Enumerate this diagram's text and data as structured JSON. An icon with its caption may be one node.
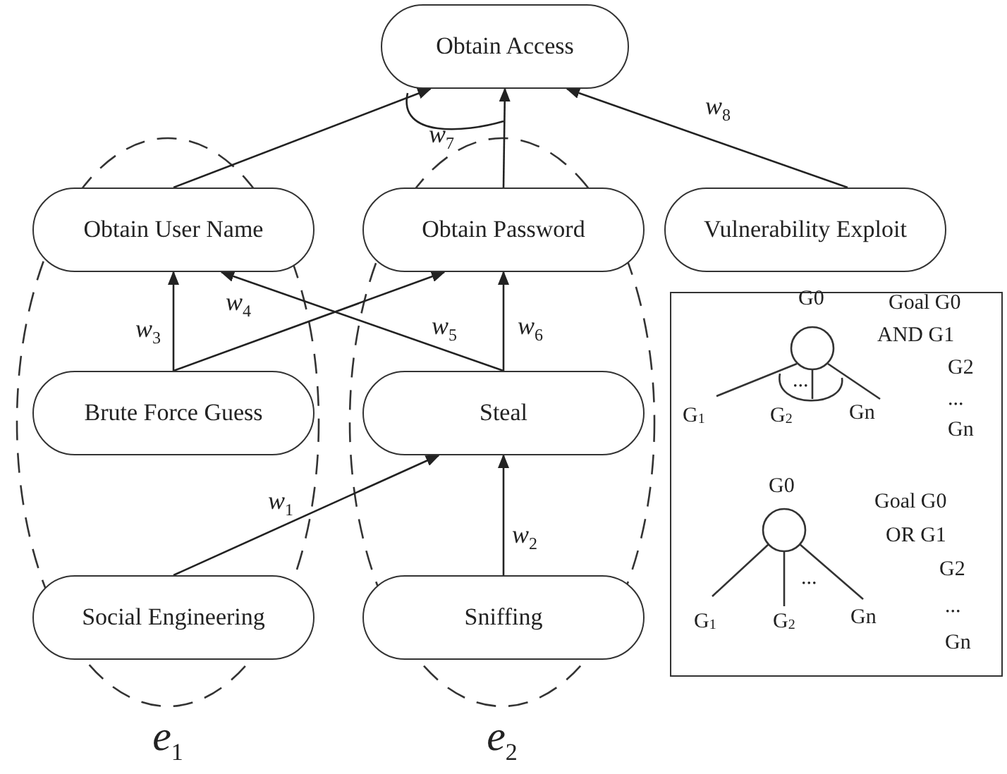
{
  "diagram": {
    "nodes": [
      {
        "text": [
          "Obtain Access"
        ]
      },
      {
        "text": [
          "e$_{1}$"
        ]
      },
      {
        "text": [
          "Obtain User Name"
        ],
        "in": 1
      },
      {
        "text": [
          "Brute Force Guess"
        ],
        "in": 1
      },
      {
        "text": [
          "Social Engineering"
        ],
        "in": 1
      },
      {
        "text": [
          "e$_{2}$"
        ]
      },
      {
        "text": [
          "Obtain Password"
        ],
        "in": 5
      },
      {
        "text": [
          "Steal"
        ],
        "in": 5
      },
      {
        "text": [
          "Sniffing"
        ],
        "in": 5
      },
      {
        "text": [
          "Vulnerability Exploit"
        ]
      }
    ],
    "edges": [
      {
        "from": 2,
        "to": 0,
        "arrow": "to",
        "label": "w$_{7}$"
      },
      {
        "from": 6,
        "to": 0,
        "arrow": "to"
      },
      {
        "from": 9,
        "to": 0,
        "arrow": "to",
        "label": "w$_{8}$"
      },
      {
        "from": 3,
        "to": 2,
        "arrow": "to",
        "label": "w$_{3}$"
      },
      {
        "from": 3,
        "to": 6,
        "arrow": "to",
        "label": "w$_{4}$"
      },
      {
        "from": 7,
        "to": 2,
        "arrow": "to",
        "label": "w$_{5}$"
      },
      {
        "from": 7,
        "to": 6,
        "arrow": "to",
        "label": "w$_{6}$"
      },
      {
        "from": 4,
        "to": 7,
        "arrow": "to",
        "label": "w$_{1}$"
      },
      {
        "from": 8,
        "to": 7,
        "arrow": "to",
        "label": "w$_{2}$"
      }
    ],
    "labels": [
      "G0",
      "Goal G0",
      "AND G1",
      "G2",
      "G$_{1}$",
      "G$_{2}$",
      "...",
      "Gn",
      "...",
      "Gn",
      "G0",
      "Goal G0",
      "OR G1",
      "G2",
      "...",
      "G$_{1}$",
      "G$_{2}$",
      "Gn",
      "...",
      "Gn"
    ]
  }
}
